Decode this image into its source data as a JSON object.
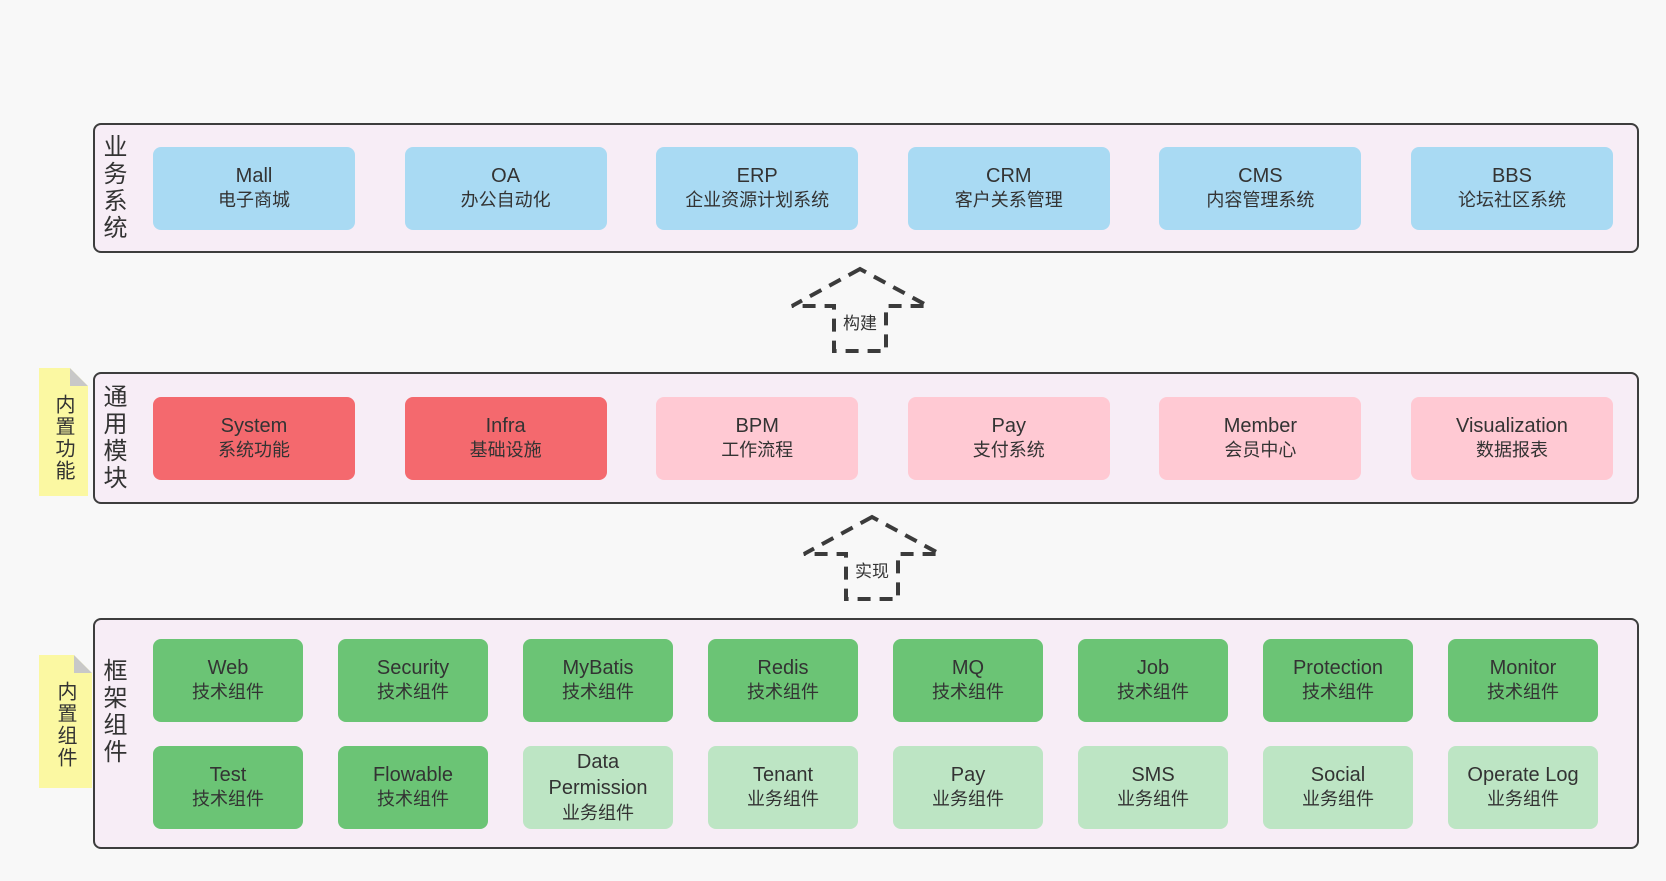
{
  "colors": {
    "pageBg": "#f8f8f8",
    "panelBg": "#f7edf6",
    "panelBorder": "#3d3d3d",
    "textColor": "#333333",
    "blue": "#a9daf3",
    "red": "#f4696e",
    "pink": "#ffc9d3",
    "green": "#6bc475",
    "greenLight": "#bde5c4",
    "yellow": "#fbf8a2",
    "foldGray": "#c8c8c8",
    "arrow": "#3b3b3b"
  },
  "arrows": [
    {
      "label": "构建"
    },
    {
      "label": "实现"
    }
  ],
  "sections": {
    "business": {
      "label": "业务系统",
      "boxes": [
        {
          "name": "Mall",
          "desc": "电子商城"
        },
        {
          "name": "OA",
          "desc": "办公自动化"
        },
        {
          "name": "ERP",
          "desc": "企业资源计划系统"
        },
        {
          "name": "CRM",
          "desc": "客户关系管理"
        },
        {
          "name": "CMS",
          "desc": "内容管理系统"
        },
        {
          "name": "BBS",
          "desc": "论坛社区系统"
        }
      ]
    },
    "modules": {
      "label": "通用模块",
      "sticky": "内置功能",
      "boxes": [
        {
          "name": "System",
          "desc": "系统功能"
        },
        {
          "name": "Infra",
          "desc": "基础设施"
        },
        {
          "name": "BPM",
          "desc": "工作流程"
        },
        {
          "name": "Pay",
          "desc": "支付系统"
        },
        {
          "name": "Member",
          "desc": "会员中心"
        },
        {
          "name": "Visualization",
          "desc": "数据报表"
        }
      ]
    },
    "framework": {
      "label": "框架组件",
      "sticky": "内置组件",
      "row1": [
        {
          "name": "Web",
          "desc": "技术组件"
        },
        {
          "name": "Security",
          "desc": "技术组件"
        },
        {
          "name": "MyBatis",
          "desc": "技术组件"
        },
        {
          "name": "Redis",
          "desc": "技术组件"
        },
        {
          "name": "MQ",
          "desc": "技术组件"
        },
        {
          "name": "Job",
          "desc": "技术组件"
        },
        {
          "name": "Protection",
          "desc": "技术组件"
        },
        {
          "name": "Monitor",
          "desc": "技术组件"
        }
      ],
      "row2": [
        {
          "name": "Test",
          "desc": "技术组件"
        },
        {
          "name": "Flowable",
          "desc": "技术组件"
        },
        {
          "name": "Data Permission",
          "desc": "业务组件"
        },
        {
          "name": "Tenant",
          "desc": "业务组件"
        },
        {
          "name": "Pay",
          "desc": "业务组件"
        },
        {
          "name": "SMS",
          "desc": "业务组件"
        },
        {
          "name": "Social",
          "desc": "业务组件"
        },
        {
          "name": "Operate Log",
          "desc": "业务组件"
        }
      ]
    }
  }
}
